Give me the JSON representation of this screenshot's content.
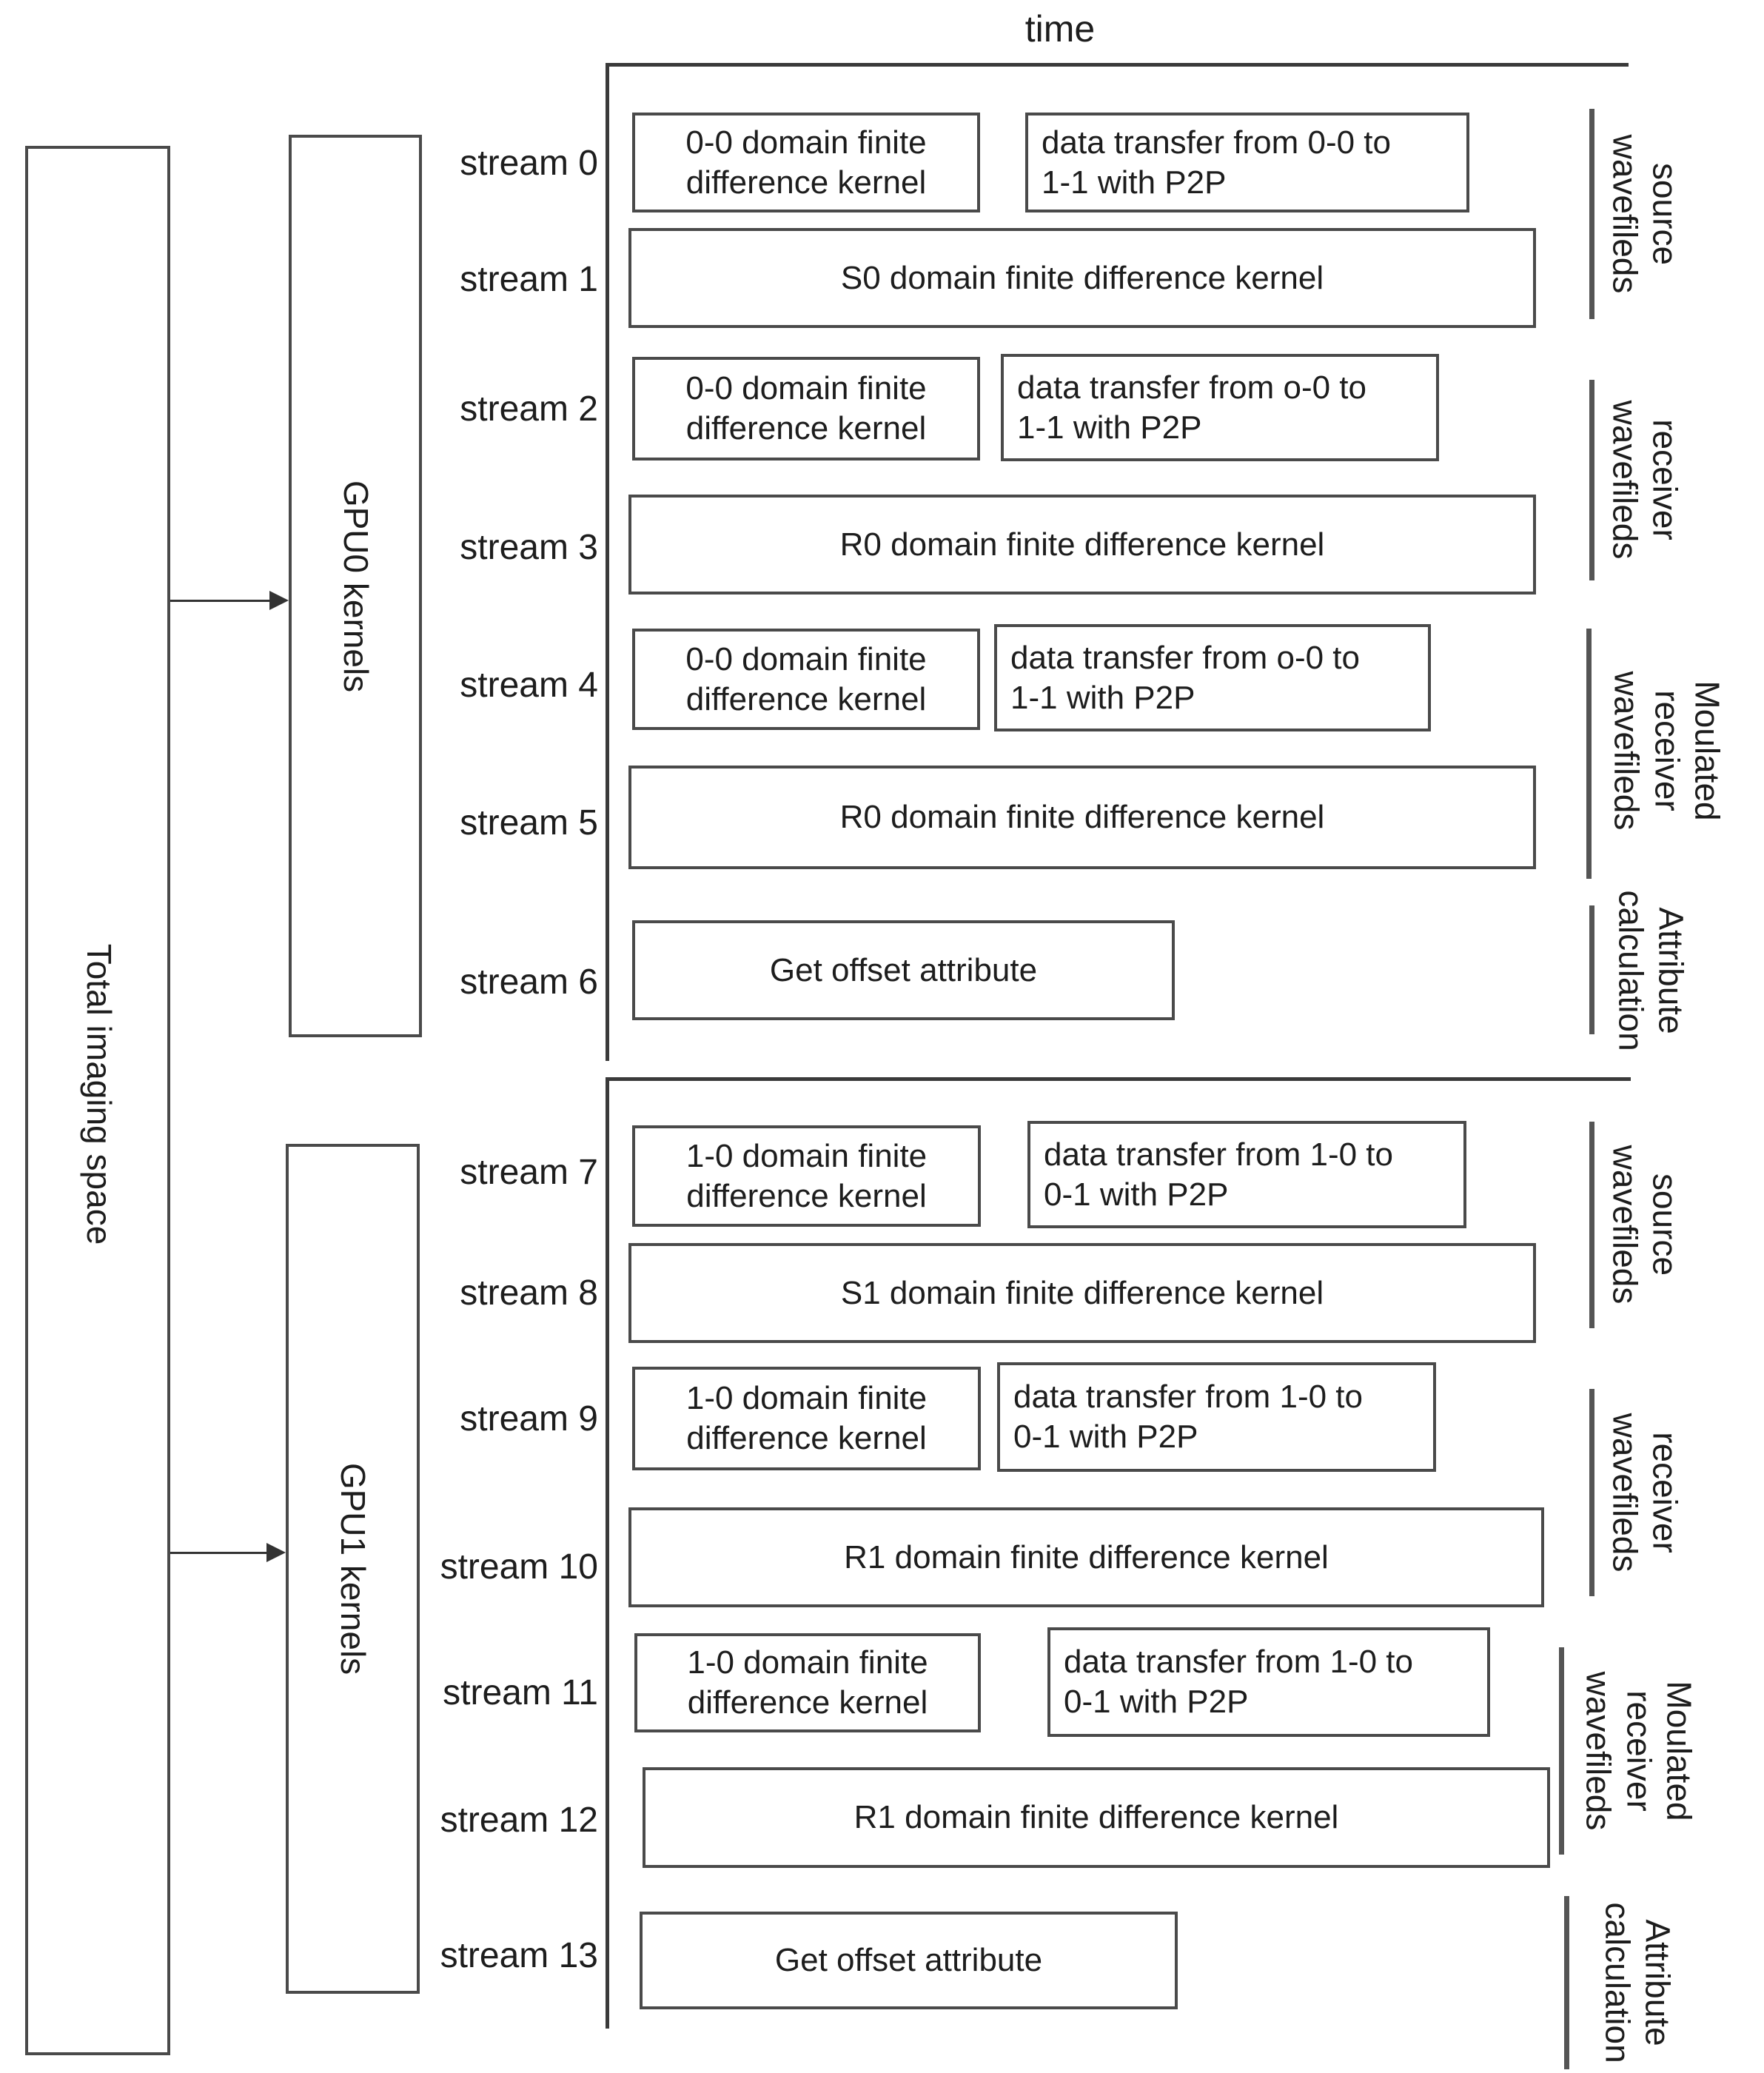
{
  "figure": {
    "time_label": "time",
    "total_space_label": "Total imaging space",
    "gpu0_label": "GPU0 kernels",
    "gpu1_label": "GPU1 kernels"
  },
  "streams": [
    {
      "label": "stream 0",
      "kernel": "0-0 domain finite difference kernel",
      "transfer": "data transfer from 0-0 to 1-1 with P2P"
    },
    {
      "label": "stream 1",
      "kernel": "S0 domain finite difference kernel"
    },
    {
      "label": "stream 2",
      "kernel": "0-0 domain finite difference kernel",
      "transfer": "data transfer from o-0 to 1-1 with P2P"
    },
    {
      "label": "stream 3",
      "kernel": "R0 domain finite difference kernel"
    },
    {
      "label": "stream 4",
      "kernel": "0-0 domain finite difference kernel",
      "transfer": "data transfer from o-0 to 1-1 with P2P"
    },
    {
      "label": "stream 5",
      "kernel": "R0 domain finite difference kernel"
    },
    {
      "label": "stream 6",
      "kernel": "Get offset attribute"
    },
    {
      "label": "stream 7",
      "kernel": "1-0 domain finite difference kernel",
      "transfer": "data transfer from 1-0 to 0-1 with P2P"
    },
    {
      "label": "stream 8",
      "kernel": "S1 domain finite difference kernel"
    },
    {
      "label": "stream 9",
      "kernel": "1-0 domain finite difference kernel",
      "transfer": "data transfer from 1-0 to 0-1 with P2P"
    },
    {
      "label": "stream 10",
      "kernel": "R1 domain finite difference kernel"
    },
    {
      "label": "stream 11",
      "kernel": "1-0 domain finite difference kernel",
      "transfer": "data transfer from 1-0 to 0-1 with P2P"
    },
    {
      "label": "stream 12",
      "kernel": "R1 domain finite difference kernel"
    },
    {
      "label": "stream 13",
      "kernel": "Get offset attribute"
    }
  ],
  "annotations": {
    "gpu0": [
      {
        "name": "source wavefileds",
        "lines": [
          "source",
          "wavefileds"
        ]
      },
      {
        "name": "receiver wavefileds",
        "lines": [
          "receiver",
          "wavefileds"
        ]
      },
      {
        "name": "Moulated receiver wavefileds",
        "lines": [
          "Moulated",
          "receiver",
          "wavefileds"
        ]
      },
      {
        "name": "Attribute calculation",
        "lines": [
          "Attribute",
          "calculation"
        ]
      }
    ],
    "gpu1": [
      {
        "name": "source wavefileds",
        "lines": [
          "source",
          "wavefileds"
        ]
      },
      {
        "name": "receiver wavefileds",
        "lines": [
          "receiver",
          "wavefileds"
        ]
      },
      {
        "name": "Moulated receiver wavefileds",
        "lines": [
          "Moulated",
          "receiver",
          "wavefileds"
        ]
      },
      {
        "name": "Attribute calculation",
        "lines": [
          "Attribute",
          "calculation"
        ]
      }
    ]
  },
  "colors": {
    "background": "#ffffff",
    "box_border": "#4a4a4a",
    "axis_line": "#3a3a3a",
    "bracket": "#555555",
    "text": "#1d1d1d"
  }
}
